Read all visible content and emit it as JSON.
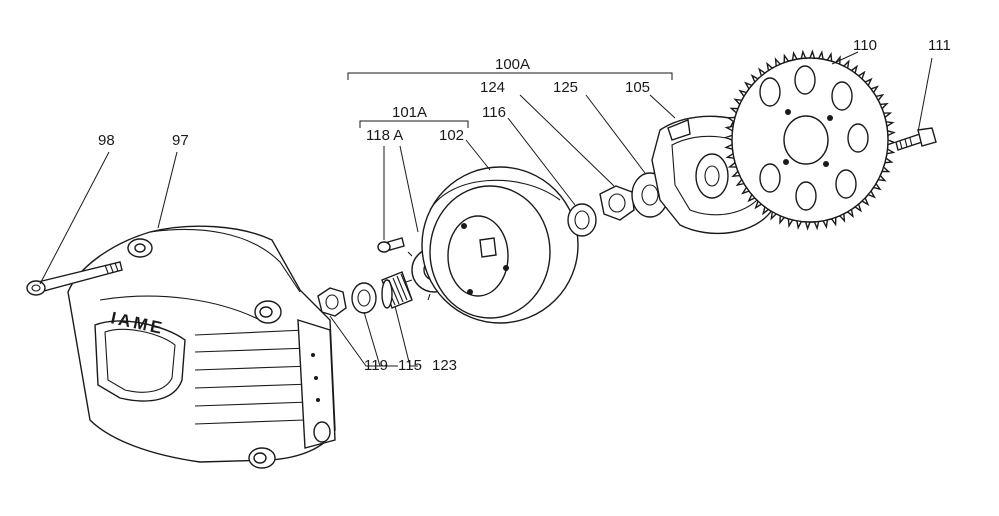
{
  "labels": {
    "l98": "98",
    "l97": "97",
    "l100A": "100A",
    "l101A": "101A",
    "l118A": "118 A",
    "l102": "102",
    "l116": "116",
    "l124": "124",
    "l125": "125",
    "l105": "105",
    "l110": "110",
    "l111": "111",
    "l119": "119",
    "l115": "115",
    "l123": "123",
    "logo": "IAME"
  }
}
